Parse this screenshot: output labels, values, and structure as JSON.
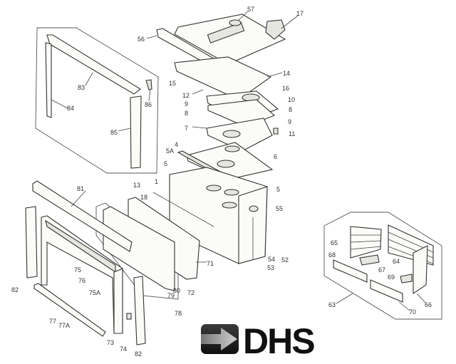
{
  "brand": {
    "logo_text": "DHS",
    "logo_color": "#111111"
  },
  "labels": [
    "57",
    "17",
    "56",
    "14",
    "15",
    "16",
    "12",
    "10",
    "9",
    "8",
    "8",
    "9",
    "11",
    "7",
    "4",
    "5A",
    "6",
    "5",
    "5",
    "13",
    "1",
    "18",
    "81",
    "55",
    "52",
    "54",
    "53",
    "71",
    "75",
    "76",
    "75A",
    "80",
    "79",
    "72",
    "78",
    "82",
    "77",
    "77A",
    "73",
    "74",
    "82",
    "83",
    "84",
    "85",
    "86",
    "65",
    "68",
    "67",
    "64",
    "69",
    "63",
    "70",
    "66"
  ]
}
